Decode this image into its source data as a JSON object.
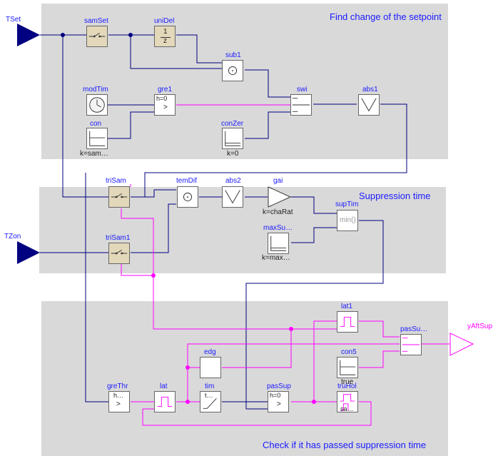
{
  "regions": {
    "setpoint": "Find change of the setpoint",
    "suppression": "Suppression time",
    "passed": "Check if it has passed suppression time"
  },
  "inputs": {
    "tset": "TSet",
    "tzon": "TZon"
  },
  "outputs": {
    "yaftsup": "yAftSup"
  },
  "blocks": {
    "samSet": "samSet",
    "uniDel": "uniDel",
    "uniDel_num": "1",
    "uniDel_den": "z",
    "sub1": "sub1",
    "modTim": "modTim",
    "gre1": "gre1",
    "gre1_param": "h=0",
    "gre1_sym": ">",
    "swi": "swi",
    "abs1": "abs1",
    "con": "con",
    "con_param": "k=sam…",
    "conZer": "conZer",
    "conZer_param": "k=0",
    "triSam": "triSam",
    "temDif": "temDif",
    "abs2": "abs2",
    "gai": "gai",
    "gai_param": "k=chaRat",
    "supTim": "supTim",
    "supTim_text": "min()",
    "triSam1": "triSam1",
    "maxSu": "maxSu…",
    "maxSu_param": "k=max…",
    "lat1": "lat1",
    "pasSu": "pasSu…",
    "edg": "edg",
    "con5": "con5",
    "con5_param": "true",
    "greThr": "greThr",
    "greThr_param": "h…",
    "greThr_sym": ">",
    "lat": "lat",
    "tim": "tim",
    "tim_param": "t…",
    "pasSup": "pasSup",
    "pasSup_param": "h=0",
    "pasSup_sym": ">",
    "truHol": "truHol",
    "truHol_param": "sa…"
  },
  "colors": {
    "region": "#d9d9d9",
    "real_wire": "#000080",
    "bool_wire": "#ff00ff",
    "label": "#1a1aff",
    "tan_block": "#e3d8ba"
  }
}
